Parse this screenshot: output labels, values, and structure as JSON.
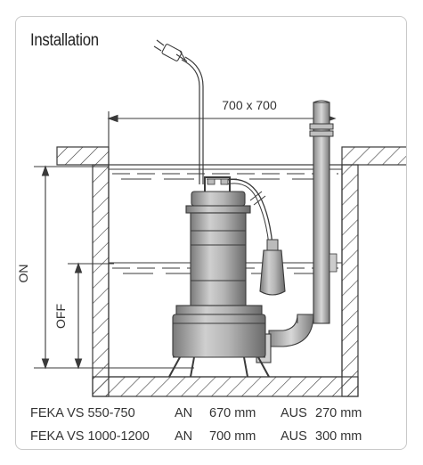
{
  "diagram": {
    "title": "Installation",
    "dimension_label": "700 x 700",
    "level_on_label": "ON",
    "level_off_label": "OFF"
  },
  "specs": {
    "rows": [
      {
        "model": "FEKA VS 550-750",
        "on_label": "AN",
        "on_value": "670 mm",
        "off_label": "AUS",
        "off_value": "270 mm"
      },
      {
        "model": "FEKA VS 1000-1200",
        "on_label": "AN",
        "on_value": "700 mm",
        "off_label": "AUS",
        "off_value": "300 mm"
      }
    ]
  },
  "colors": {
    "line": "#3a3a3a",
    "pump_body": "#a9a9a9",
    "pump_dark": "#6f6f6f",
    "frame_border": "#c9c9c9"
  }
}
